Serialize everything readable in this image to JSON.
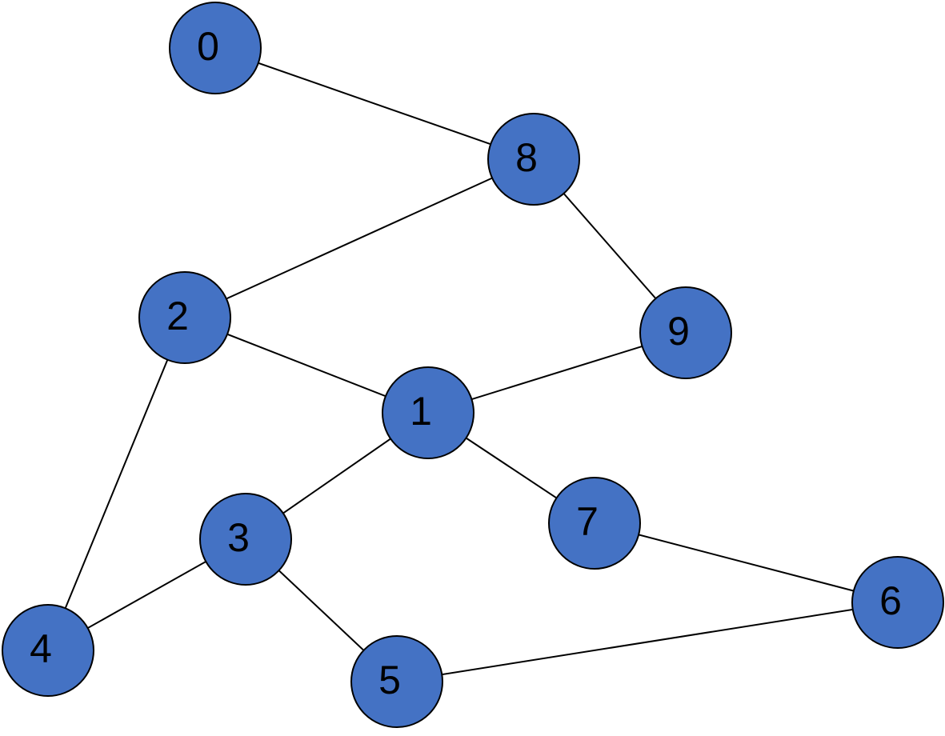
{
  "diagram": {
    "colors": {
      "node_fill": "#4472C4",
      "node_stroke": "#000000",
      "edge_stroke": "#000000",
      "background": "#FFFFFF"
    },
    "nodes": [
      {
        "id": "0",
        "label": "0"
      },
      {
        "id": "1",
        "label": "1"
      },
      {
        "id": "2",
        "label": "2"
      },
      {
        "id": "3",
        "label": "3"
      },
      {
        "id": "4",
        "label": "4"
      },
      {
        "id": "5",
        "label": "5"
      },
      {
        "id": "6",
        "label": "6"
      },
      {
        "id": "7",
        "label": "7"
      },
      {
        "id": "8",
        "label": "8"
      },
      {
        "id": "9",
        "label": "9"
      }
    ],
    "edges": [
      {
        "from": "0",
        "to": "8"
      },
      {
        "from": "8",
        "to": "2"
      },
      {
        "from": "8",
        "to": "9"
      },
      {
        "from": "9",
        "to": "1"
      },
      {
        "from": "2",
        "to": "1"
      },
      {
        "from": "2",
        "to": "4"
      },
      {
        "from": "1",
        "to": "3"
      },
      {
        "from": "1",
        "to": "7"
      },
      {
        "from": "7",
        "to": "6"
      },
      {
        "from": "6",
        "to": "5"
      },
      {
        "from": "3",
        "to": "5"
      },
      {
        "from": "3",
        "to": "4"
      }
    ]
  }
}
